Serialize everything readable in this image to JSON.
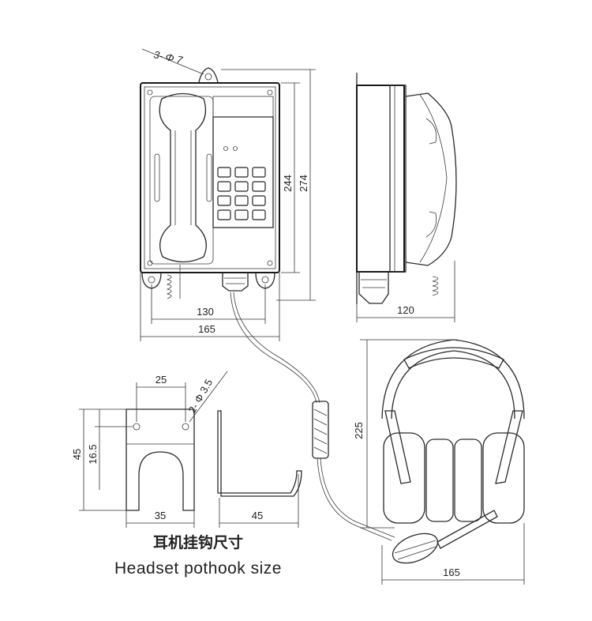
{
  "front_view": {
    "hole_note": "3- Φ 7",
    "dim_height_inner": "244",
    "dim_height_outer": "274",
    "dim_width_inner": "130",
    "dim_width_outer": "165"
  },
  "side_view": {
    "dim_depth": "120"
  },
  "headset": {
    "dim_height": "225",
    "dim_width": "165"
  },
  "hook_front": {
    "dim_hole_spacing": "25",
    "hole_note": "2- Φ 3.5",
    "dim_height": "45",
    "dim_hole_offset": "16.5",
    "dim_width": "35"
  },
  "hook_side": {
    "dim_depth": "45"
  },
  "caption": {
    "chinese": "耳机挂钩尺寸",
    "english": "Headset pothook size"
  }
}
